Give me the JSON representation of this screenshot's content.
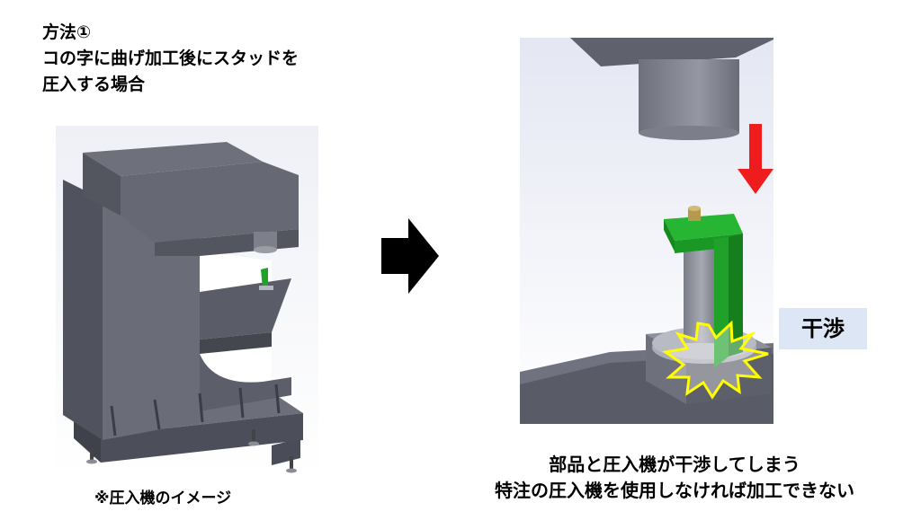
{
  "title": {
    "line1": "方法①",
    "line2": "コの字に曲げ加工後にスタッドを",
    "line3": "圧入する場合"
  },
  "left_caption": "※圧入機のイメージ",
  "interference_label": "干渉",
  "right_caption": {
    "line1": "部品と圧入機が干渉してしまう",
    "line2": "特注の圧入機を使用しなければ加工できない"
  },
  "colors": {
    "machine_gray": "#5c5e6a",
    "part_green": "#1fa12a",
    "down_arrow_red": "#ee1c1c",
    "burst_yellow": "#ffff00",
    "label_bg": "#dce6f4"
  },
  "icons": {
    "process_arrow": "right-arrow-icon",
    "press_direction": "down-arrow-icon",
    "collision": "collision-burst-icon"
  }
}
